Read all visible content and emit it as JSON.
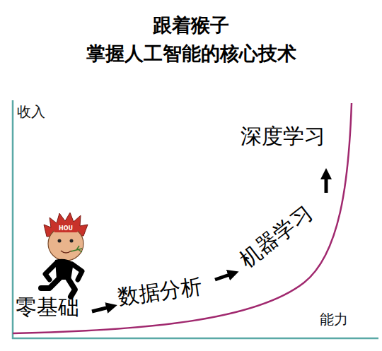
{
  "diagram": {
    "title": "跟着猴子 掌握人工智能的核心技术",
    "labels": [
      "收入",
      "能力",
      "零基础",
      "数据分析",
      "机器学习",
      "深度学习",
      "HOU"
    ]
  }
}
